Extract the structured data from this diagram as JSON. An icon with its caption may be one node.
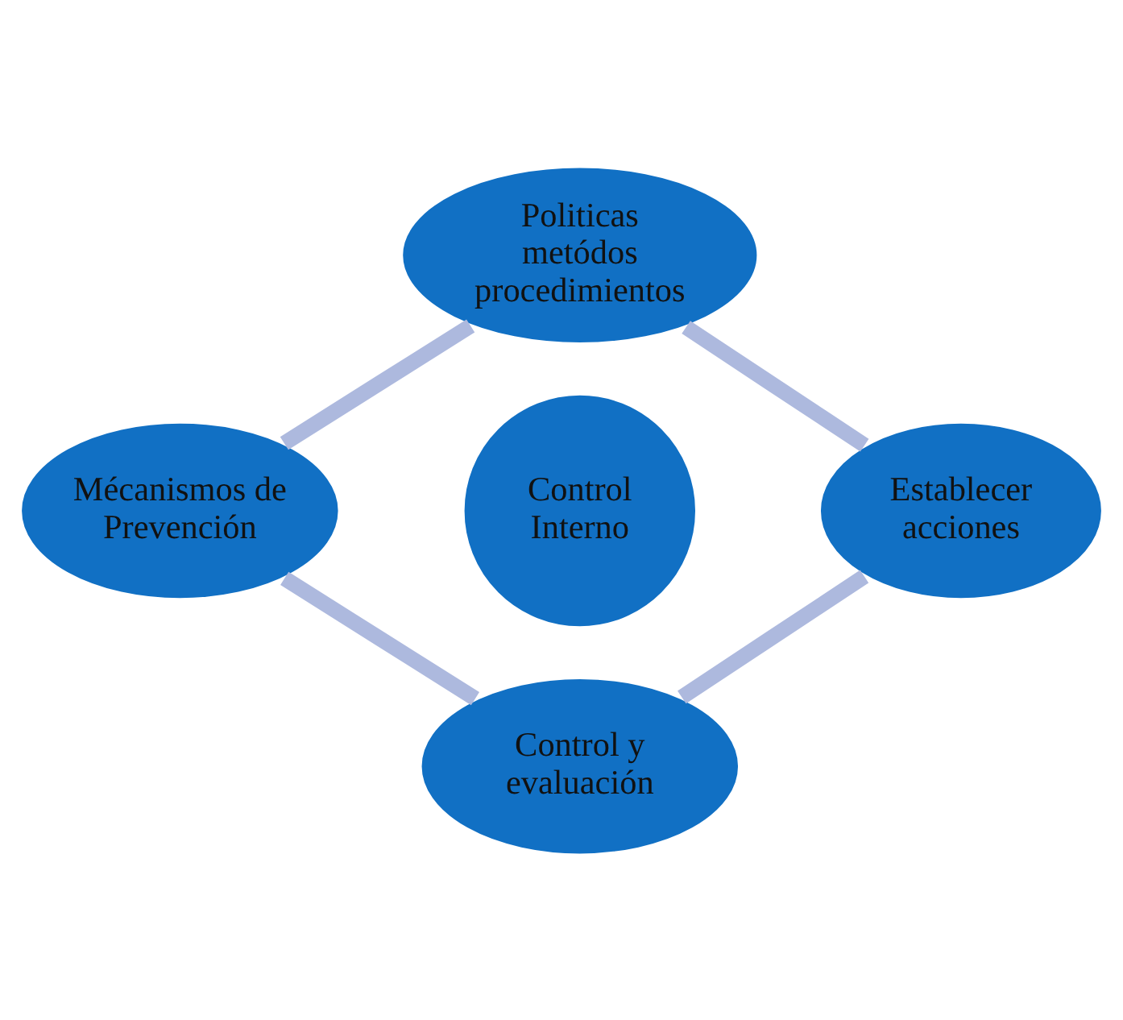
{
  "diagram": {
    "nodes": [
      {
        "text": [
          "Control Interno"
        ]
      },
      {
        "text": [
          "Politicas metódos procedimientos"
        ]
      },
      {
        "text": [
          "Establecer acciones"
        ]
      },
      {
        "text": [
          "Control y evaluación"
        ]
      },
      {
        "text": [
          "Mécanismos de Prevención"
        ]
      }
    ],
    "edges": [
      {
        "from": 1,
        "to": 2,
        "arrow": "none"
      },
      {
        "from": 2,
        "to": 3,
        "arrow": "none"
      },
      {
        "from": 3,
        "to": 4,
        "arrow": "none"
      },
      {
        "from": 4,
        "to": 1,
        "arrow": "none"
      }
    ]
  }
}
